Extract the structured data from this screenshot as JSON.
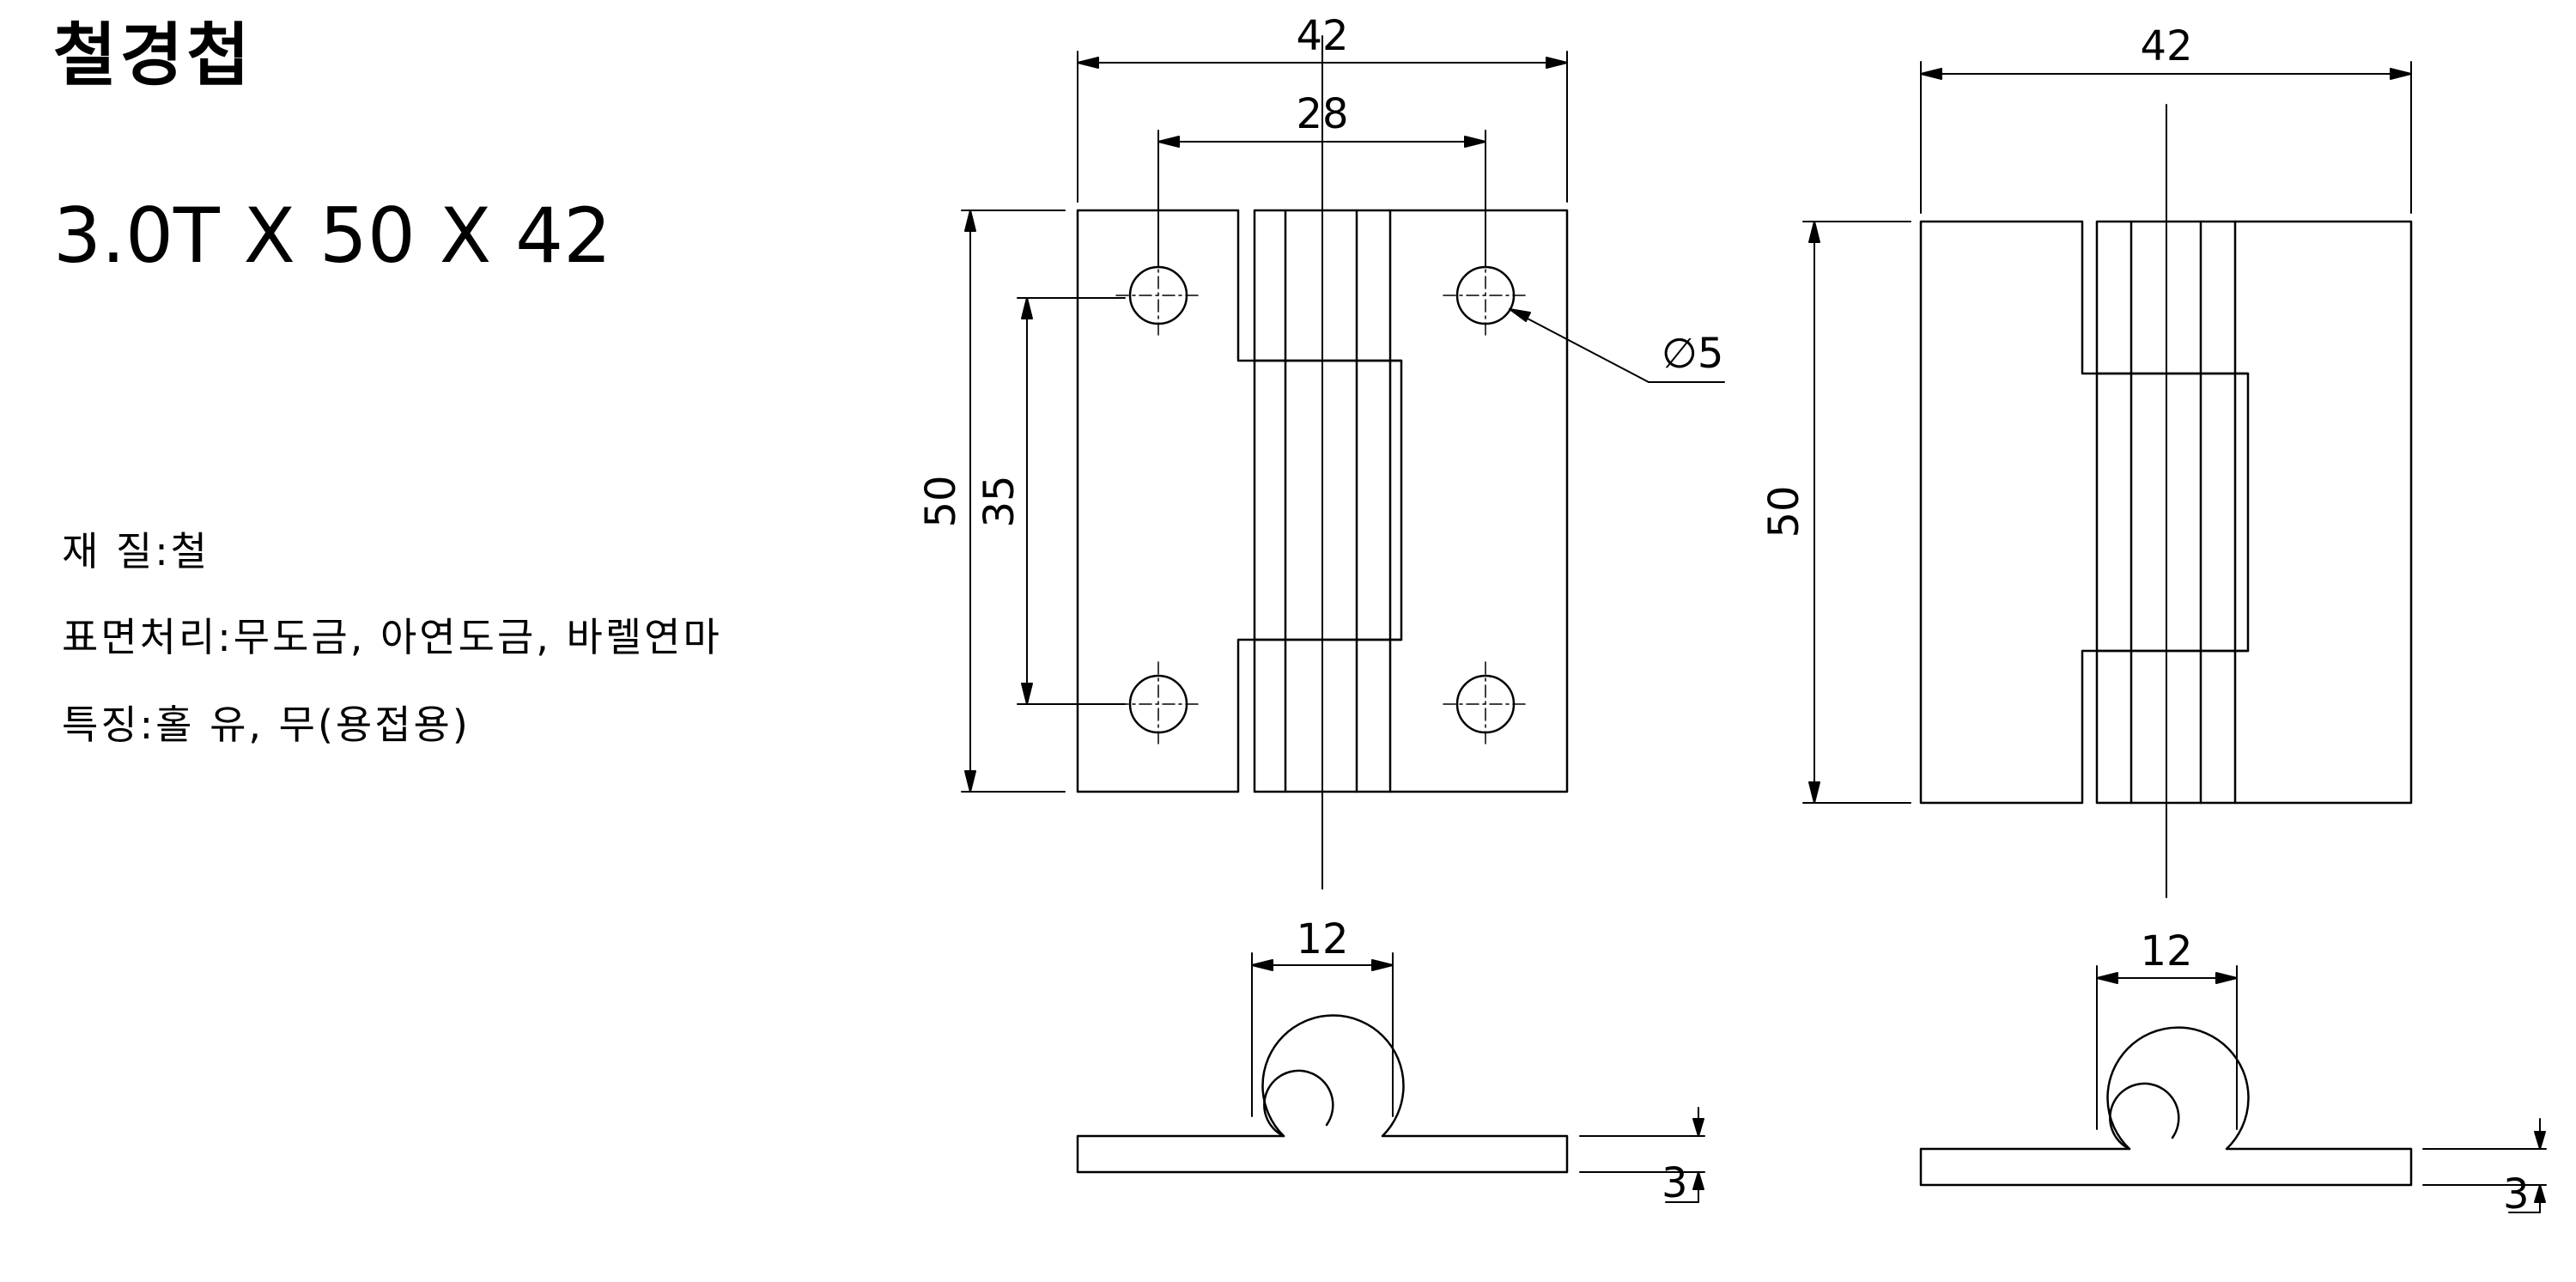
{
  "title": "철경첩",
  "size_spec": "3.0T X 50 X 42",
  "specs": [
    {
      "label": "재 질",
      "sep": " : ",
      "value": "철"
    },
    {
      "label": "표면처리",
      "sep": " : ",
      "value": "무도금, 아연도금, 바렐연마"
    },
    {
      "label": "특징",
      "sep": " : ",
      "value": "홀 유, 무(용접용)"
    }
  ],
  "dimensions": {
    "left_view": {
      "overall_width": "42",
      "hole_spacing_width": "28",
      "overall_height": "50",
      "hole_spacing_height": "35",
      "hole_diameter": "∅5",
      "knuckle_width": "12",
      "thickness": "3"
    },
    "right_view": {
      "overall_width": "42",
      "overall_height": "50",
      "knuckle_width": "12",
      "thickness": "3"
    }
  },
  "colors": {
    "line": "#000000",
    "background": "#ffffff"
  }
}
